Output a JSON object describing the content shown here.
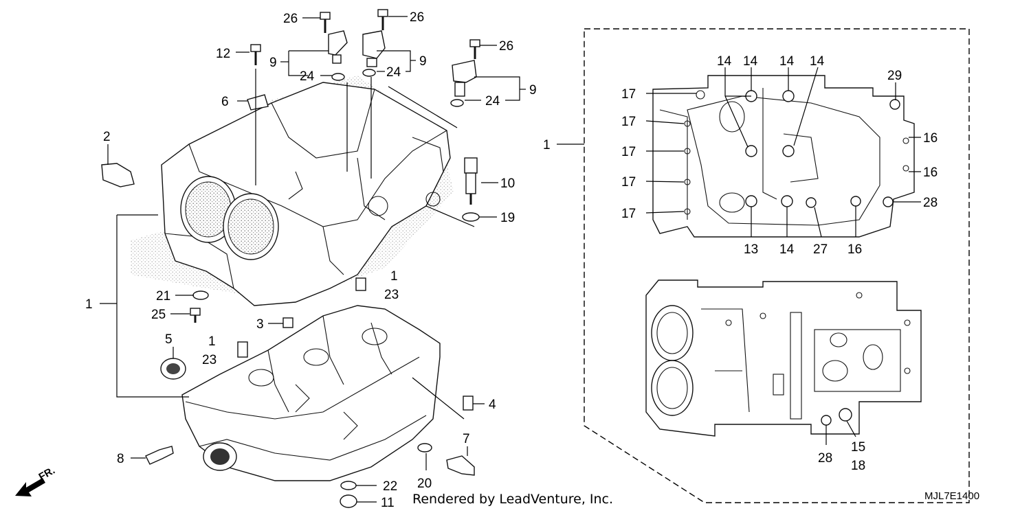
{
  "credit": "Rendered by LeadVenture, Inc.",
  "diagram_code": "MJL7E1400",
  "direction": "FR.",
  "callouts": {
    "c26a": "26",
    "c26b": "26",
    "c26c": "26",
    "c12": "12",
    "c9a": "9",
    "c9b": "9",
    "c9c": "9",
    "c24a": "24",
    "c24b": "24",
    "c24c": "24",
    "c6": "6",
    "c2": "2",
    "c10": "10",
    "c19": "19",
    "c1a": "1",
    "c23a": "23",
    "c1b": "1",
    "c21": "21",
    "c25": "25",
    "c3": "3",
    "c5": "5",
    "c1c": "1",
    "c23b": "23",
    "c4": "4",
    "c7": "7",
    "c8": "8",
    "c20": "20",
    "c22": "22",
    "c11": "11",
    "c1d": "1",
    "i14a": "14",
    "i14b": "14",
    "i14c": "14",
    "i14d": "14",
    "i29": "29",
    "i17a": "17",
    "i17b": "17",
    "i17c": "17",
    "i17d": "17",
    "i17e": "17",
    "i16a": "16",
    "i16b": "16",
    "i16c": "16",
    "i28a": "28",
    "i13": "13",
    "i14e": "14",
    "i27": "27",
    "i28b": "28",
    "i15": "15",
    "i18": "18"
  }
}
